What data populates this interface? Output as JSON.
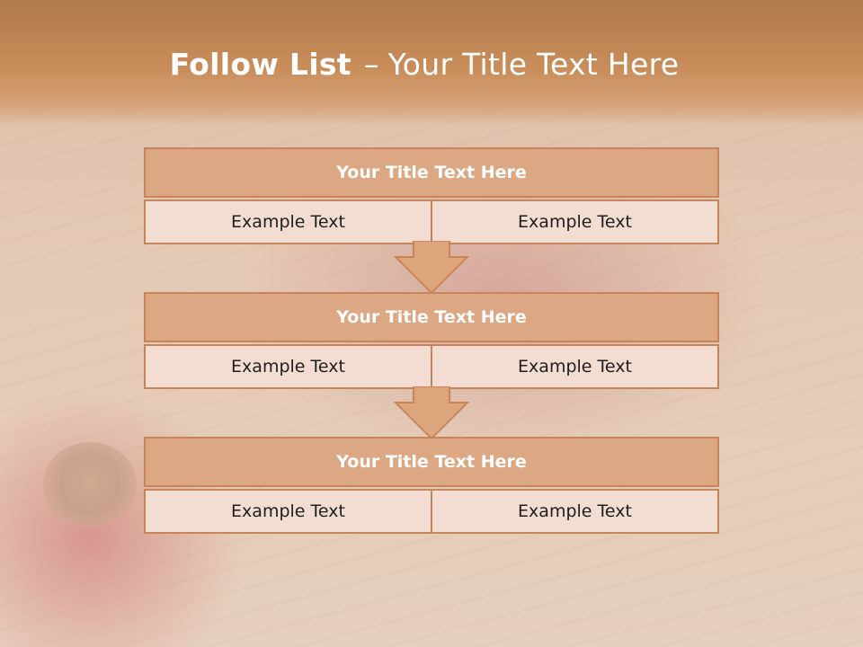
{
  "slide": {
    "title_bold": "Follow List",
    "title_sep": "–",
    "title_rest": "Your Title Text Here"
  },
  "steps": [
    {
      "title": "Your Title Text Here",
      "left": "Example Text",
      "right": "Example Text"
    },
    {
      "title": "Your Title Text Here",
      "left": "Example Text",
      "right": "Example Text"
    },
    {
      "title": "Your Title Text Here",
      "left": "Example Text",
      "right": "Example Text"
    }
  ],
  "colors": {
    "header": "#c98d5a",
    "box_title_fill": "#dba883",
    "box_border": "#c9855a",
    "cell_fill": "#f3ddd3",
    "arrow_fill": "#dca57c"
  }
}
